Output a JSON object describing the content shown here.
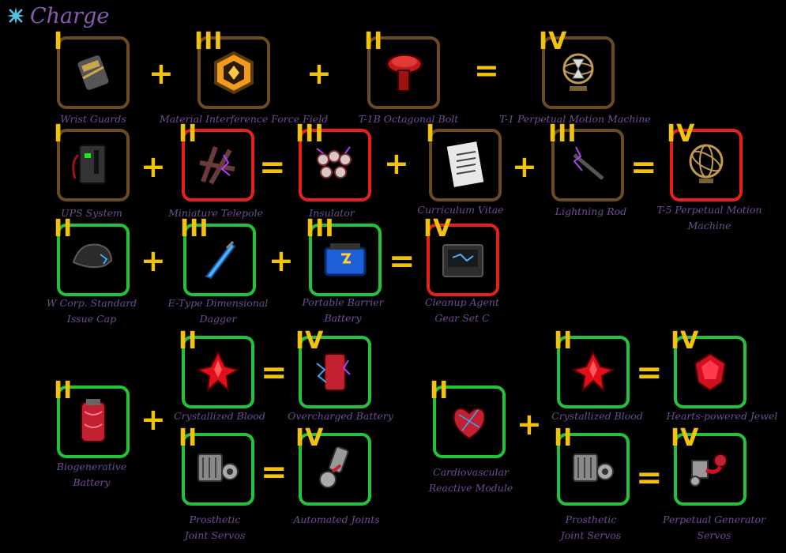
{
  "title": "Charge",
  "title_icon": "blue-sparkle-icon",
  "colors": {
    "I": "#6b4a22",
    "II": "#22c33a",
    "III": "#6b4a22",
    "IV": "#6b4a22",
    "red": "#e8201a",
    "rank": "#f2c20c",
    "label": "#6e4d94"
  },
  "items": {
    "wrist_guards": {
      "rank": "I",
      "lines": [
        "Wrist Guards"
      ],
      "border": "#6b4a22",
      "icon": "wrist-guards-icon"
    },
    "material_interference": {
      "rank": "III",
      "lines": [
        "Material Interference Force Field"
      ],
      "border": "#6b4a22",
      "icon": "force-field-icon"
    },
    "t1b_bolt": {
      "rank": "II",
      "lines": [
        "T-1B Octagonal Bolt"
      ],
      "border": "#6b4a22",
      "icon": "octagonal-bolt-icon"
    },
    "t1_perpetual": {
      "rank": "IV",
      "lines": [
        "T-1 Perpetual Motion Machine"
      ],
      "border": "#6b4a22",
      "icon": "perpetual-motion-machine-icon"
    },
    "ups_system": {
      "rank": "I",
      "lines": [
        "UPS System"
      ],
      "border": "#6b4a22",
      "icon": "ups-system-icon"
    },
    "miniature_telepole": {
      "rank": "II",
      "lines": [
        "Miniature Telepole"
      ],
      "border": "#e8201a",
      "icon": "telepole-icon"
    },
    "insulator": {
      "rank": "III",
      "lines": [
        "Insulator"
      ],
      "border": "#e8201a",
      "icon": "insulator-icon"
    },
    "curriculum_vitae": {
      "rank": "I",
      "lines": [
        "Curriculum Vitae"
      ],
      "border": "#6b4a22",
      "icon": "document-icon"
    },
    "lightning_rod": {
      "rank": "III",
      "lines": [
        "Lightning Rod"
      ],
      "border": "#6b4a22",
      "icon": "lightning-rod-icon"
    },
    "t5_perpetual": {
      "rank": "IV",
      "lines": [
        "T-5 Perpetual Motion",
        "Machine"
      ],
      "border": "#e8201a",
      "icon": "gyroscope-icon"
    },
    "w_corp_cap": {
      "rank": "II",
      "lines": [
        "W Corp. Standard",
        "Issue Cap"
      ],
      "border": "#22c33a",
      "icon": "cap-icon"
    },
    "e_type_dagger": {
      "rank": "III",
      "lines": [
        "E-Type Dimensional",
        "Dagger"
      ],
      "border": "#22c33a",
      "icon": "dagger-icon"
    },
    "portable_barrier": {
      "rank": "III",
      "lines": [
        "Portable Barrier",
        "Battery"
      ],
      "border": "#22c33a",
      "icon": "battery-case-icon"
    },
    "cleanup_gear": {
      "rank": "IV",
      "lines": [
        "Cleanup Agent",
        "Gear Set C"
      ],
      "border": "#e8201a",
      "icon": "gear-case-icon"
    },
    "biogenerative": {
      "rank": "II",
      "lines": [
        "Biogenerative",
        "Battery"
      ],
      "border": "#22c33a",
      "icon": "biogenerative-battery-icon"
    },
    "crystallized_blood_1": {
      "rank": "II",
      "lines": [
        "Crystallized Blood"
      ],
      "border": "#22c33a",
      "icon": "blood-crystal-icon"
    },
    "overcharged_battery": {
      "rank": "IV",
      "lines": [
        "Overcharged Battery"
      ],
      "border": "#22c33a",
      "icon": "overcharged-battery-icon"
    },
    "prosthetic_1": {
      "rank": "II",
      "lines": [
        "Prosthetic",
        "Joint Servos"
      ],
      "border": "#22c33a",
      "icon": "servo-icon"
    },
    "automated_joints": {
      "rank": "IV",
      "lines": [
        "Automated Joints"
      ],
      "border": "#22c33a",
      "icon": "automated-joints-icon"
    },
    "cardiovascular": {
      "rank": "II",
      "lines": [
        "Cardiovascular",
        "Reactive Module"
      ],
      "border": "#22c33a",
      "icon": "heart-module-icon"
    },
    "crystallized_blood_2": {
      "rank": "II",
      "lines": [
        "Crystallized Blood"
      ],
      "border": "#22c33a",
      "icon": "blood-crystal-icon"
    },
    "hearts_jewel": {
      "rank": "IV",
      "lines": [
        "Hearts-powered Jewel"
      ],
      "border": "#22c33a",
      "icon": "heart-jewel-icon"
    },
    "prosthetic_2": {
      "rank": "II",
      "lines": [
        "Prosthetic",
        "Joint Servos"
      ],
      "border": "#22c33a",
      "icon": "servo-icon"
    },
    "perpetual_generator": {
      "rank": "IV",
      "lines": [
        "Perpetual Generator",
        "Servos"
      ],
      "border": "#22c33a",
      "icon": "generator-servos-icon"
    }
  },
  "operators": {
    "plus": "+",
    "equals": "="
  }
}
